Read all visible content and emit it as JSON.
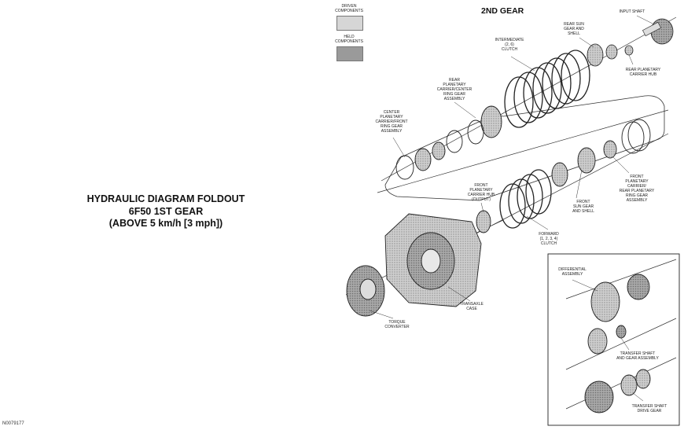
{
  "title_lines": [
    "HYDRAULIC DIAGRAM FOLDOUT",
    "6F50 1ST GEAR",
    "(ABOVE 5 km/h [3 mph])"
  ],
  "gear_heading": "2ND GEAR",
  "figure_id": "N0079177",
  "legend": {
    "driven": "DRIVEN\nCOMPONENTS",
    "held": "HELD\nCOMPONENTS",
    "driven_color": "#d6d6d6",
    "held_color": "#9a9a9a"
  },
  "components": {
    "input_shaft": "INPUT SHAFT",
    "rear_sun_gear": "REAR SUN\nGEAR AND\nSHELL",
    "rear_planetary_hub": "REAR PLANETARY\nCARRIER HUB",
    "intermediate_clutch": "INTERMEDIATE\n(2, 6)\nCLUTCH",
    "rear_planetary_assembly": "REAR\nPLANETARY\nCARRIER/CENTER\nRING GEAR\nASSEMBLY",
    "center_planetary": "CENTER\nPLANETARY\nCARRIER/FRONT\nRING GEAR\nASSEMBLY",
    "front_planetary_hub": "FRONT\nPLANETARY\nCARRIER HUB\n(OUTPUT)",
    "front_sun_gear": "FRONT\nSUN GEAR\nAND SHELL",
    "front_planetary_carrier": "FRONT\nPLANETARY\nCARRIER/\nREAR PLANETARY\nRING GEAR\nASSEMBLY",
    "forward_clutch": "FORWARD\n(1, 2, 3, 4)\nCLUTCH",
    "transaxle_case": "TRANSAXLE\nCASE",
    "torque_converter": "TORQUE\nCONVERTER",
    "differential": "DIFFERENTIAL\nASSEMBLY",
    "transfer_shaft_gear": "TRANSFER SHAFT\nAND GEAR ASSEMBLY",
    "transfer_drive_gear": "TRANSFER SHAFT\nDRIVE GEAR"
  }
}
